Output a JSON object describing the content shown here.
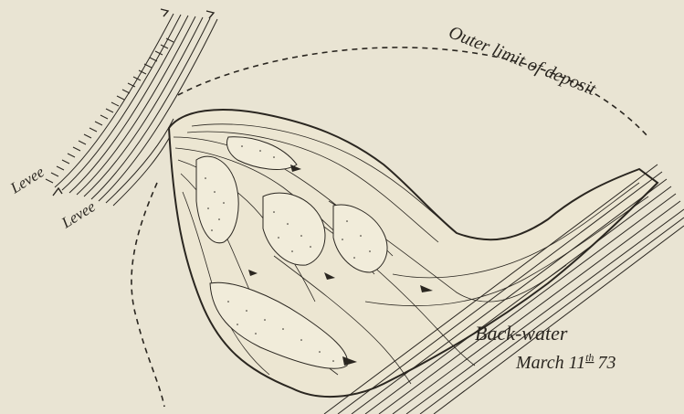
{
  "figure": {
    "labels": {
      "outer_limit": "Outer limit of deposit",
      "levee_upper": "Levee",
      "levee_lower": "Levee",
      "back_water": "Back-water",
      "date_main": "March 11",
      "date_super": "th",
      "date_year": "73"
    },
    "colors": {
      "paper": "#e9e4d3",
      "ink": "#2a2620"
    }
  }
}
